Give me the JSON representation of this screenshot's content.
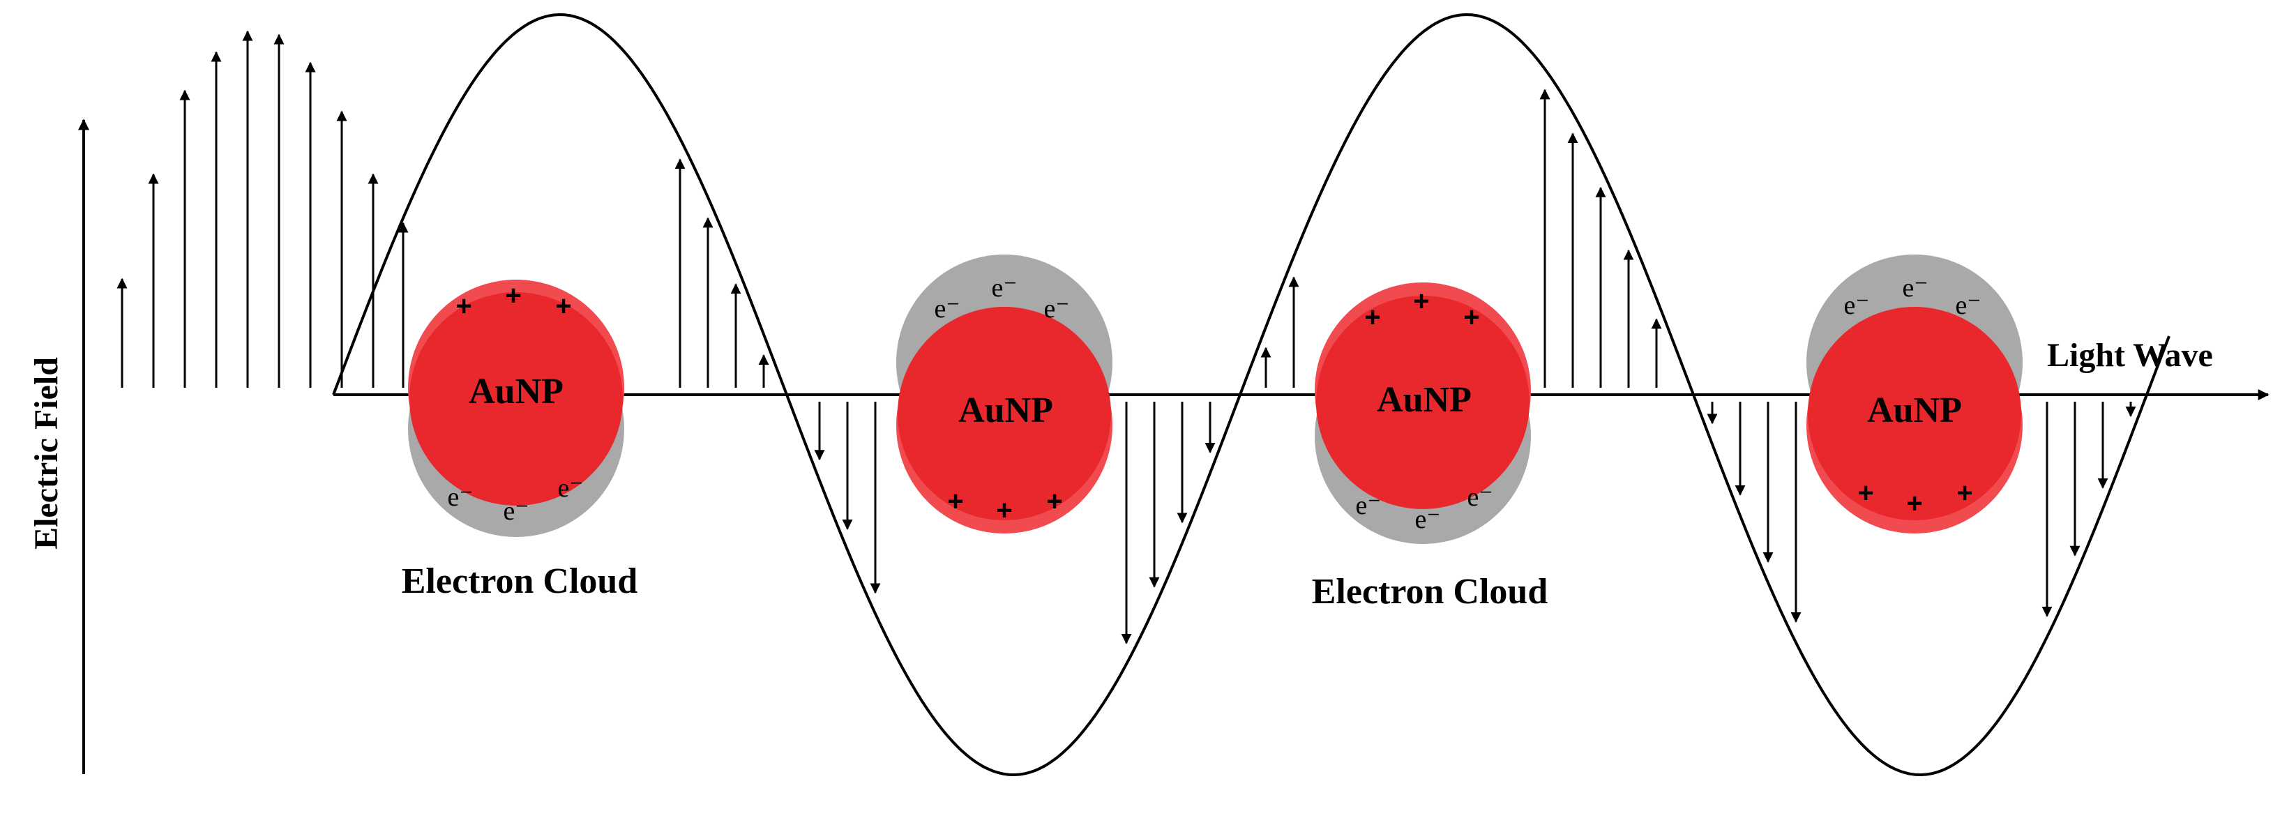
{
  "labels": {
    "y_axis": "Electric Field",
    "x_axis": "Light Wave",
    "particle": "AuNP",
    "cloud_left": "Electron Cloud",
    "cloud_right": "Electron Cloud",
    "plus": "+",
    "electron": "e⁻"
  },
  "particles": [
    {
      "name": "aunp-1",
      "cloud": "bottom"
    },
    {
      "name": "aunp-2",
      "cloud": "top"
    },
    {
      "name": "aunp-3",
      "cloud": "bottom"
    },
    {
      "name": "aunp-4",
      "cloud": "top"
    }
  ],
  "colors": {
    "particle_fill": "#e8282c",
    "particle_highlight": "#f24b4f",
    "cloud": "#a9a9a9",
    "line": "#000000"
  },
  "icons": {
    "field_arrow": "arrow-up-down",
    "axis_arrow": "arrow-head"
  }
}
